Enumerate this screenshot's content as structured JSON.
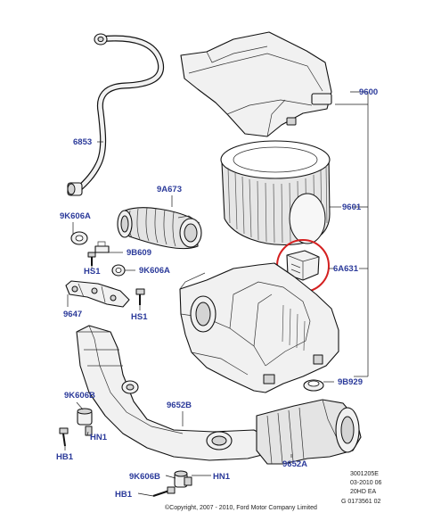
{
  "labels": {
    "p6853": "6853",
    "p9600": "9600",
    "p9A673": "9A673",
    "p9601": "9601",
    "p9K606A_a": "9K606A",
    "p9B609": "9B609",
    "pHS1_a": "HS1",
    "p9K606A_b": "9K606A",
    "p6A631": "6A631",
    "p9647": "9647",
    "pHS1_b": "HS1",
    "p9B929": "9B929",
    "p9K606B_a": "9K606B",
    "p9652B": "9652B",
    "pHN1_a": "HN1",
    "pHB1_a": "HB1",
    "p9652A": "9652A",
    "p9K606B_b": "9K606B",
    "pHN1_b": "HN1",
    "pHB1_b": "HB1"
  },
  "meta": {
    "ref1": "3001205E",
    "ref2": "03-2010 06",
    "ref3": "20HD EA",
    "ref4": "G 0173561 02",
    "copyright": "©Copyright, 2007 - 2010, Ford Motor Company Limited"
  },
  "colors": {
    "label": "#2b3a9a",
    "highlight": "#d42020"
  }
}
